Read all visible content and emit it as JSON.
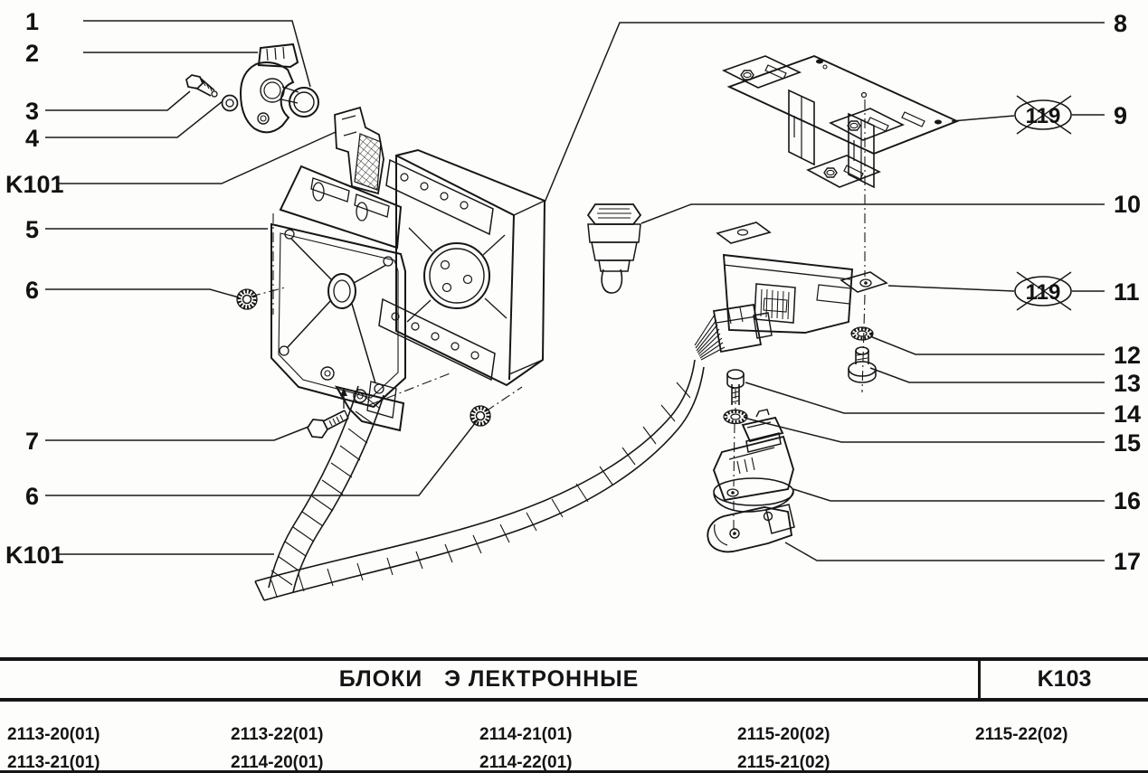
{
  "diagram": {
    "left_callouts": [
      {
        "label": "1"
      },
      {
        "label": "2"
      },
      {
        "label": "3"
      },
      {
        "label": "4"
      },
      {
        "label": "K101"
      },
      {
        "label": "5"
      },
      {
        "label": "6"
      },
      {
        "label": "7"
      },
      {
        "label": "6"
      },
      {
        "label": "K101"
      }
    ],
    "right_callouts": [
      {
        "label": "8"
      },
      {
        "label": "9"
      },
      {
        "label": "10"
      },
      {
        "label": "11"
      },
      {
        "label": "12"
      },
      {
        "label": "13"
      },
      {
        "label": "14"
      },
      {
        "label": "15"
      },
      {
        "label": "16"
      },
      {
        "label": "17"
      }
    ],
    "superseded_ref": "119"
  },
  "footer": {
    "title": "БЛОКИ   Э ЛЕКТРОННЫЕ",
    "sheet_code": "K103",
    "model_columns": [
      {
        "rows": [
          "2113-20(01)",
          "2113-21(01)"
        ]
      },
      {
        "rows": [
          "2113-22(01)",
          "2114-20(01)"
        ]
      },
      {
        "rows": [
          "2114-21(01)",
          "2114-22(01)"
        ]
      },
      {
        "rows": [
          "2115-20(02)",
          "2115-21(02)"
        ]
      },
      {
        "rows": [
          "2115-22(02)"
        ]
      }
    ]
  }
}
